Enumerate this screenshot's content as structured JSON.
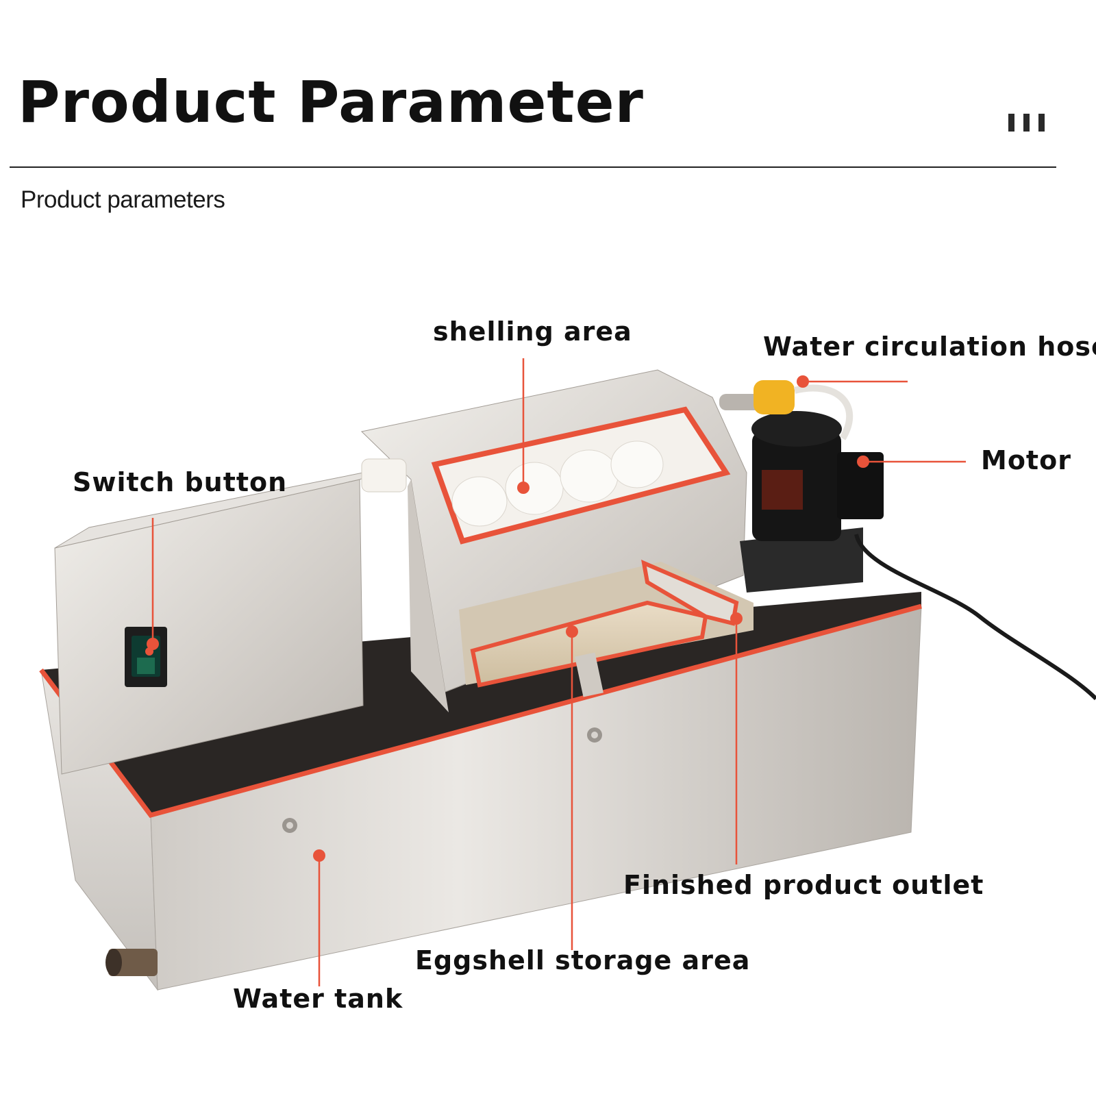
{
  "header": {
    "title": "Product Parameter",
    "subtitle": "Product parameters",
    "menu_icon": "three-bars-icon"
  },
  "callouts": [
    {
      "id": "shelling-area",
      "label": "shelling area"
    },
    {
      "id": "water-circulation-hose",
      "label": "Water circulation hose"
    },
    {
      "id": "motor",
      "label": "Motor"
    },
    {
      "id": "switch-button",
      "label": "Switch button"
    },
    {
      "id": "finished-product-outlet",
      "label": "Finished product outlet"
    },
    {
      "id": "eggshell-storage-area",
      "label": "Eggshell storage area"
    },
    {
      "id": "water-tank",
      "label": "Water tank"
    }
  ],
  "colors": {
    "accent": "#e8533a",
    "text": "#111111",
    "steel": "#d9d6d2"
  }
}
